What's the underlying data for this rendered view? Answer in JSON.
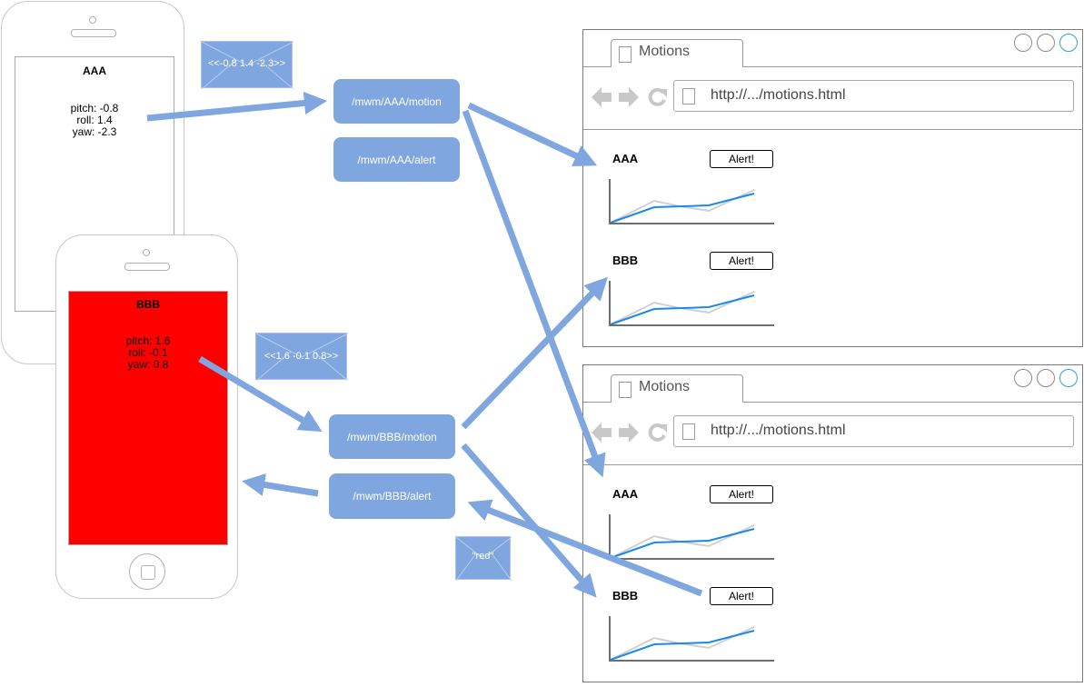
{
  "phones": [
    {
      "name": "AAA",
      "lines": [
        "pitch: -0.8",
        "roll: 1.4",
        "yaw: -2.3"
      ],
      "screen_color": "#ffffff"
    },
    {
      "name": "BBB",
      "lines": [
        "pitch: 1.6",
        "roll: -0.1",
        "yaw: 0.8"
      ],
      "screen_color": "#ff0000"
    }
  ],
  "endpoints": {
    "aaa_motion": "/mwm/AAA/motion",
    "aaa_alert": "/mwm/AAA/alert",
    "bbb_motion": "/mwm/BBB/motion",
    "bbb_alert": "/mwm/BBB/alert"
  },
  "messages": {
    "aaa_motion": "<<-0.8 1.4 -2.3>>",
    "bbb_motion": "<<1.6 -0.1 0.8>>",
    "bbb_alert": "\"red\""
  },
  "browsers": [
    {
      "tab_title": "Motions",
      "url": "http://.../motions.html",
      "panels": [
        {
          "label": "AAA",
          "button": "Alert!"
        },
        {
          "label": "BBB",
          "button": "Alert!"
        }
      ]
    },
    {
      "tab_title": "Motions",
      "url": "http://.../motions.html",
      "panels": [
        {
          "label": "AAA",
          "button": "Alert!"
        },
        {
          "label": "BBB",
          "button": "Alert!"
        }
      ]
    }
  ],
  "colors": {
    "arrow": "#7fa6df",
    "series": "#1e88e5",
    "series_ghost": "#d0d0d0",
    "alert_screen": "#ff0000"
  },
  "icons": [
    "document-icon",
    "back-arrow-icon",
    "forward-arrow-icon",
    "reload-icon",
    "envelope-icon",
    "home-button-icon"
  ]
}
